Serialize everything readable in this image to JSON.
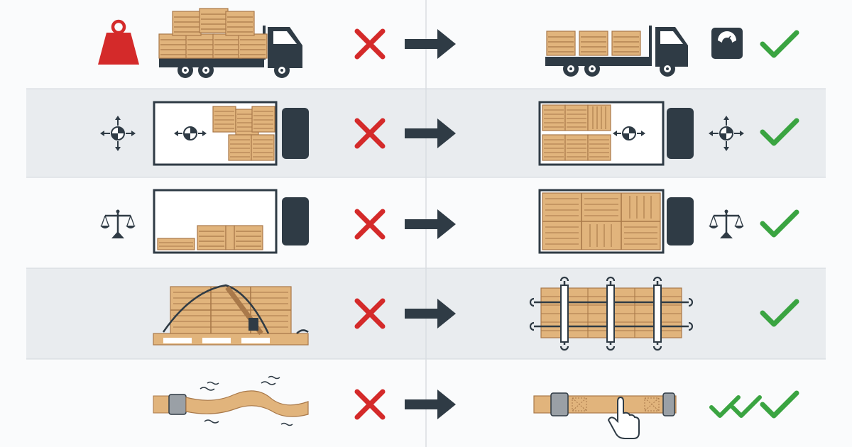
{
  "colors": {
    "background": "#fafbfc",
    "row_band": "#e9ecef",
    "divider": "#d3d7dc",
    "truck": "#2f3b45",
    "pallet": "#e1b47c",
    "pallet_line": "#a9794a",
    "cross": "#d42a2a",
    "check": "#3aa441",
    "arrow": "#2f3b45",
    "weight_icon": "#d42a2a"
  },
  "rows": [
    {
      "topic": "overweight-load",
      "left_icon": "weight-icon",
      "right_icon": "scale-icon",
      "wrong_mark": "cross-icon",
      "right_mark": "checkmark-icon",
      "banded": false
    },
    {
      "topic": "center-of-gravity",
      "left_icon": "center-of-gravity-icon",
      "right_icon": "center-of-gravity-icon",
      "wrong_mark": "cross-icon",
      "right_mark": "checkmark-icon",
      "banded": true
    },
    {
      "topic": "load-balance",
      "left_icon": "balance-icon",
      "right_icon": "balance-icon",
      "wrong_mark": "cross-icon",
      "right_mark": "checkmark-icon",
      "banded": false
    },
    {
      "topic": "strapping",
      "left_icon": "",
      "right_icon": "",
      "wrong_mark": "cross-icon",
      "right_mark": "checkmark-icon",
      "banded": true
    },
    {
      "topic": "strap-condition",
      "left_icon": "",
      "right_icon": "",
      "wrong_mark": "cross-icon",
      "right_mark": "double-checkmark-icon",
      "banded": false
    }
  ]
}
